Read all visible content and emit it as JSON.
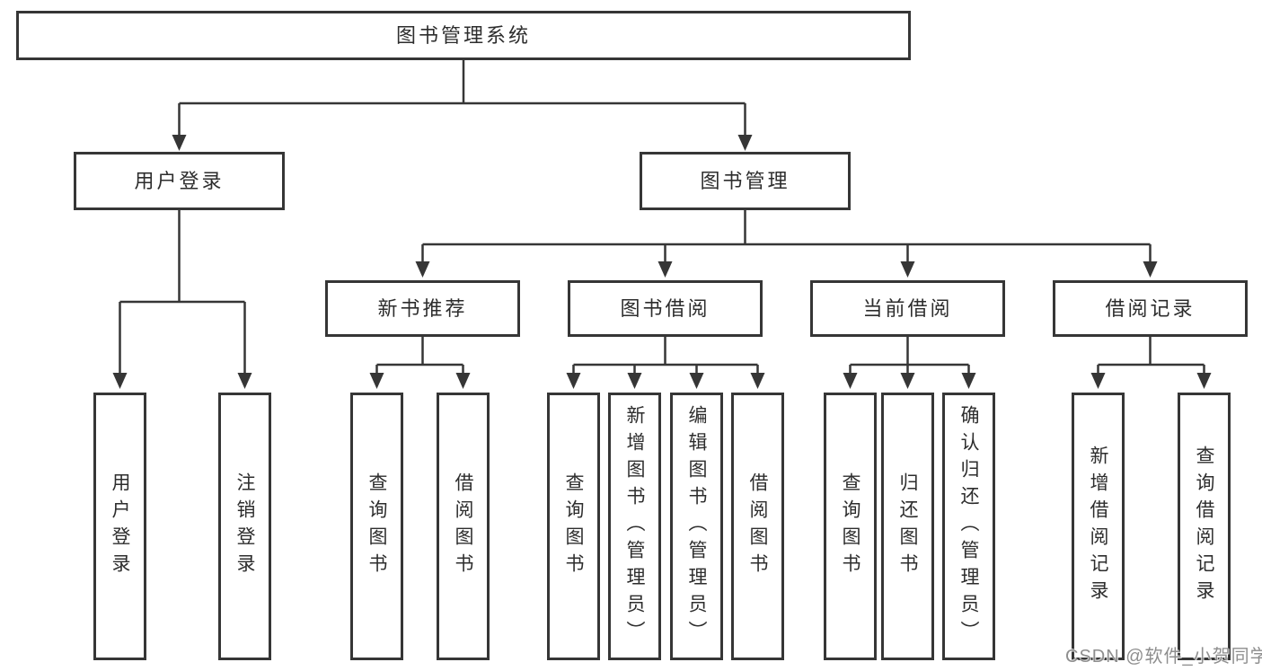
{
  "tree": {
    "root": {
      "label": "图书管理系统"
    },
    "user": {
      "label": "用户登录",
      "leaves": [
        "用户登录",
        "注销登录"
      ]
    },
    "mgmt": {
      "label": "图书管理",
      "groups": [
        {
          "label": "新书推荐",
          "leaves": [
            "查询图书",
            "借阅图书"
          ]
        },
        {
          "label": "图书借阅",
          "leaves": [
            "查询图书",
            "新增图书（管理员）",
            "编辑图书（管理员）",
            "借阅图书"
          ]
        },
        {
          "label": "当前借阅",
          "leaves": [
            "查询图书",
            "归还图书",
            "确认归还（管理员）"
          ]
        },
        {
          "label": "借阅记录",
          "leaves": [
            "新增借阅记录",
            "查询借阅记录"
          ]
        }
      ]
    }
  },
  "watermark": {
    "text": "CSDN @软件_小贺同学",
    "color": "#8e8e8e"
  },
  "colors": {
    "node_border": "#363636",
    "connector_line": "#363636",
    "text": "#2d2d2d",
    "background": "#ffffff"
  }
}
